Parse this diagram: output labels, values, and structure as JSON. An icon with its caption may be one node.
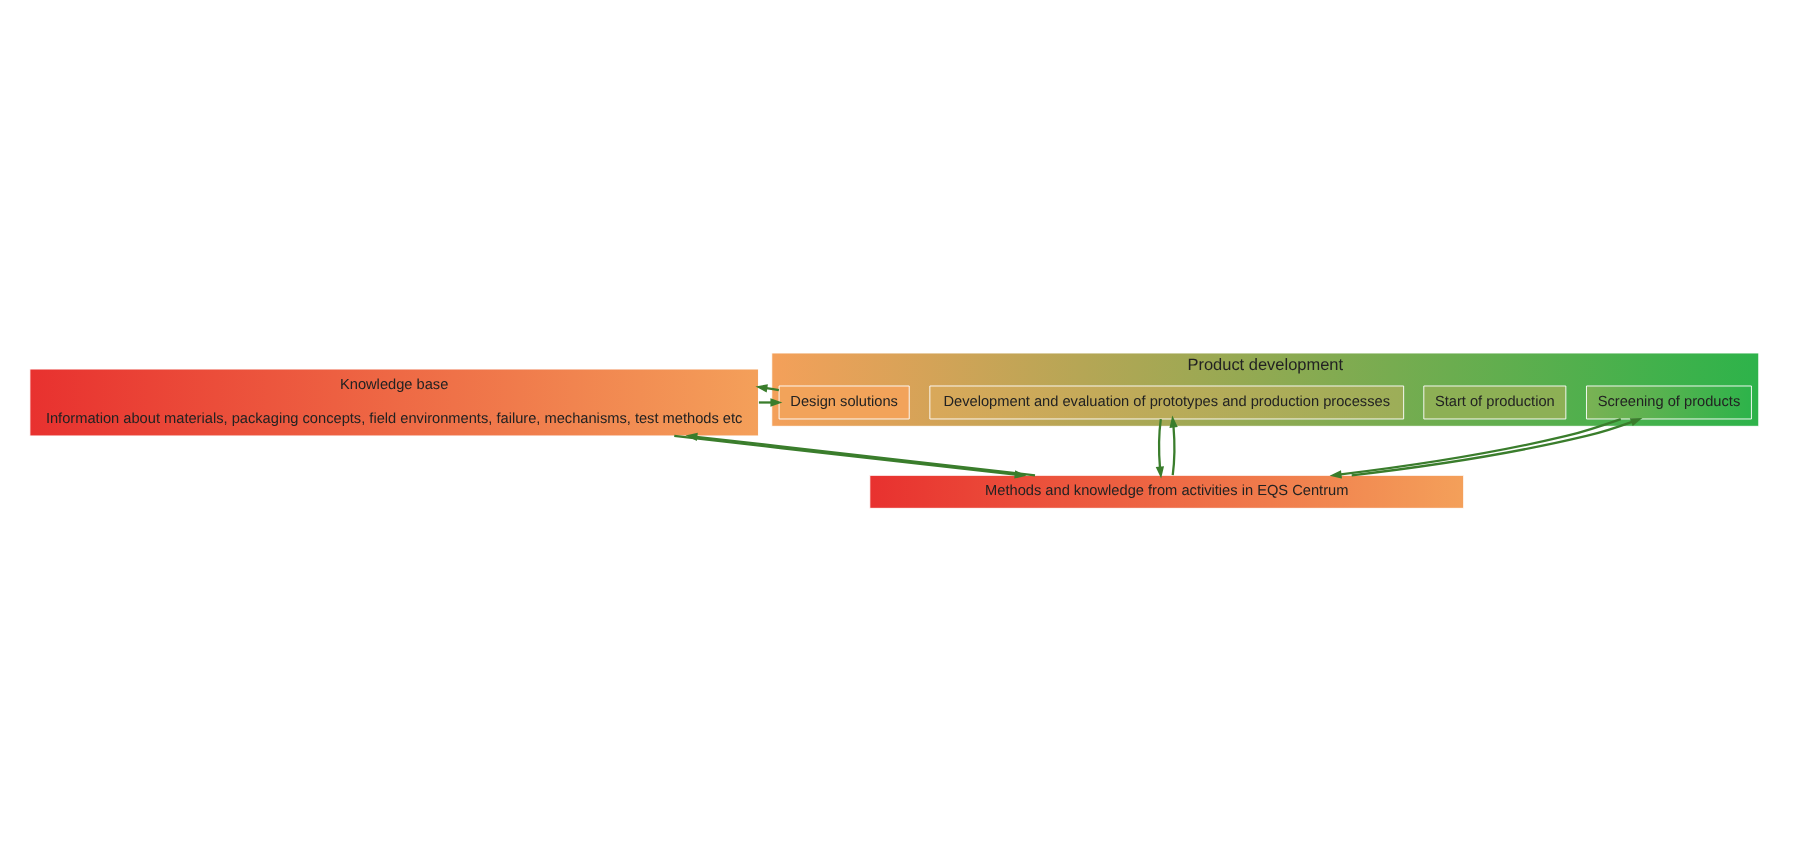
{
  "diagram": {
    "nodes": [
      {
        "text": [
          "Knowledge base",
          "Information about materials, packaging concepts, field environments, failure, mechanisms, test methods etc"
        ]
      },
      {
        "text": [
          "Product development"
        ]
      },
      {
        "text": [
          "Design solutions"
        ],
        "in": 1
      },
      {
        "text": [
          "Development and evaluation of prototypes and production processes"
        ],
        "in": 1
      },
      {
        "text": [
          "Start of production"
        ],
        "in": 1
      },
      {
        "text": [
          "Screening of products"
        ],
        "in": 1
      },
      {
        "text": [
          "Methods and knowledge from activities in EQS Centrum"
        ]
      }
    ],
    "edges": [
      {
        "from": 0,
        "to": 2,
        "arrow": "to"
      },
      {
        "from": 2,
        "to": 0,
        "arrow": "to"
      },
      {
        "from": 6,
        "to": 0,
        "arrow": "to"
      },
      {
        "from": 0,
        "to": 6,
        "arrow": "to"
      },
      {
        "from": 6,
        "to": 3,
        "arrow": "to"
      },
      {
        "from": 3,
        "to": 6,
        "arrow": "to"
      },
      {
        "from": 6,
        "to": 5,
        "arrow": "to"
      },
      {
        "from": 5,
        "to": 6,
        "arrow": "to"
      }
    ]
  }
}
